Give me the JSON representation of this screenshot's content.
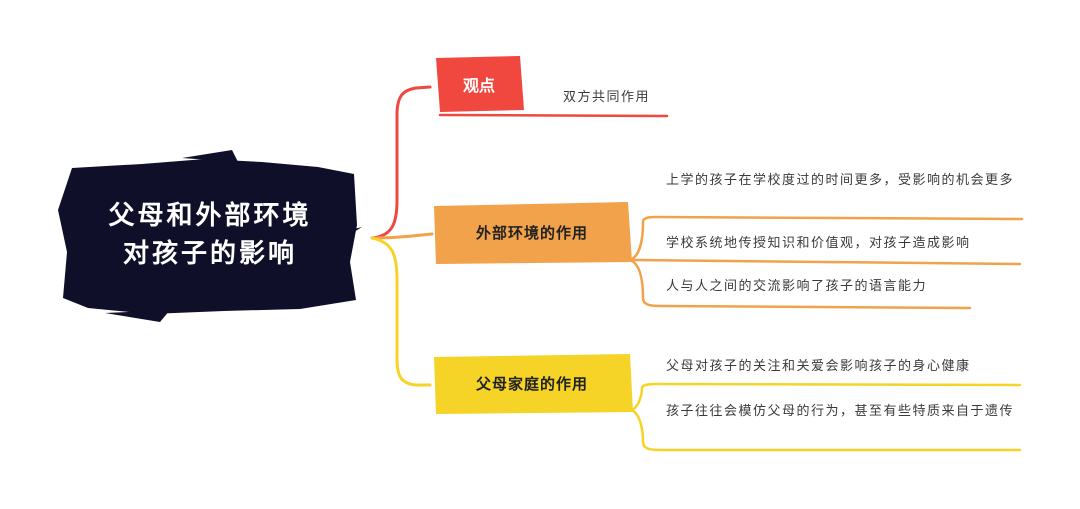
{
  "root": {
    "line1": "父母和外部环境",
    "line2": "对孩子的影响"
  },
  "branches": {
    "view": {
      "label": "观点",
      "items": [
        "双方共同作用"
      ]
    },
    "environment": {
      "label": "外部环境的作用",
      "items": [
        "上学的孩子在学校度过的时间更多，受影响的机会更多",
        "学校系统地传授知识和价值观，对孩子造成影响",
        "人与人之间的交流影响了孩子的语言能力"
      ]
    },
    "family": {
      "label": "父母家庭的作用",
      "items": [
        "父母对孩子的关注和关爱会影响孩子的身心健康",
        "孩子往往会模仿父母的行为，甚至有些特质来自于遗传"
      ]
    }
  },
  "colors": {
    "root": "#0f0f2a",
    "view": "#f0483e",
    "environment": "#f2a24a",
    "family": "#f5d327",
    "text": "#3a3a3a"
  }
}
